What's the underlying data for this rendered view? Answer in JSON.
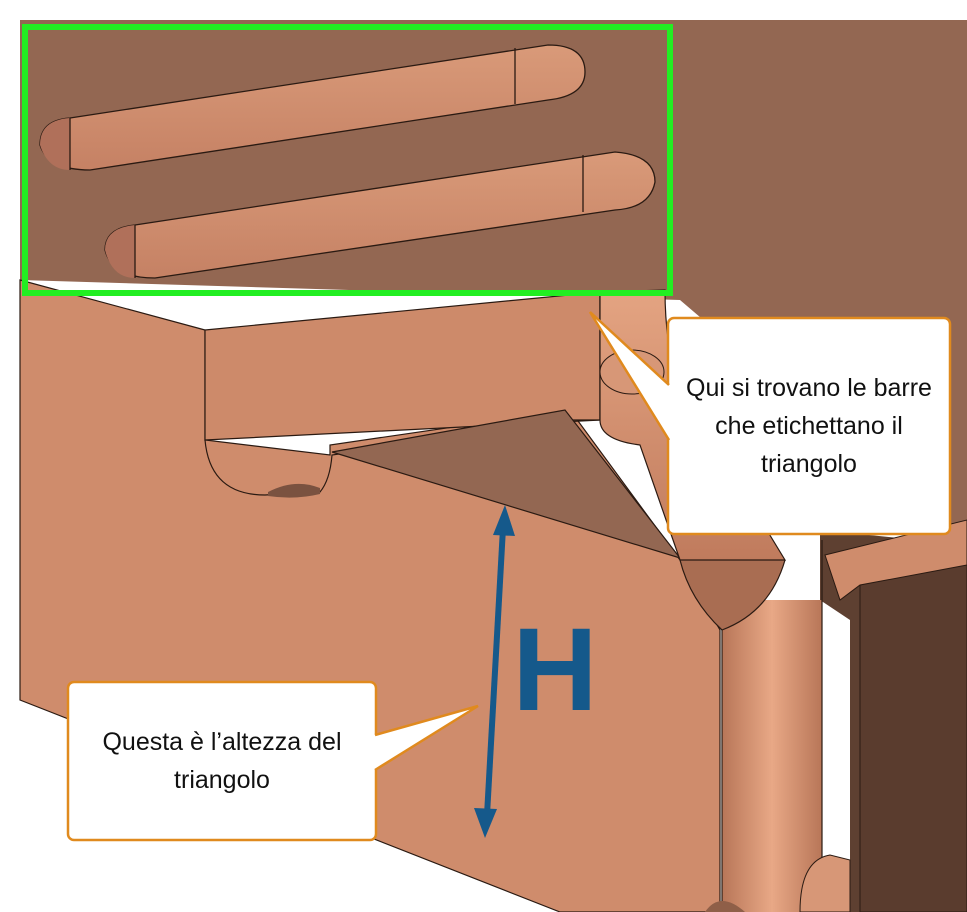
{
  "callouts": {
    "bars_location": "Qui si trovano le barre\nche etichettano il\ntriangolo",
    "height_description": "Questa è l’altezza del\ntriangolo"
  },
  "height_symbol": "H",
  "colors": {
    "highlight_box": "#22ee22",
    "callout_border": "#e08a1e",
    "arrow": "#15598b",
    "surface_light": "#cf8c6c",
    "surface_top": "#936752",
    "surface_dark": "#5e4031",
    "edge": "#2a1a12"
  }
}
